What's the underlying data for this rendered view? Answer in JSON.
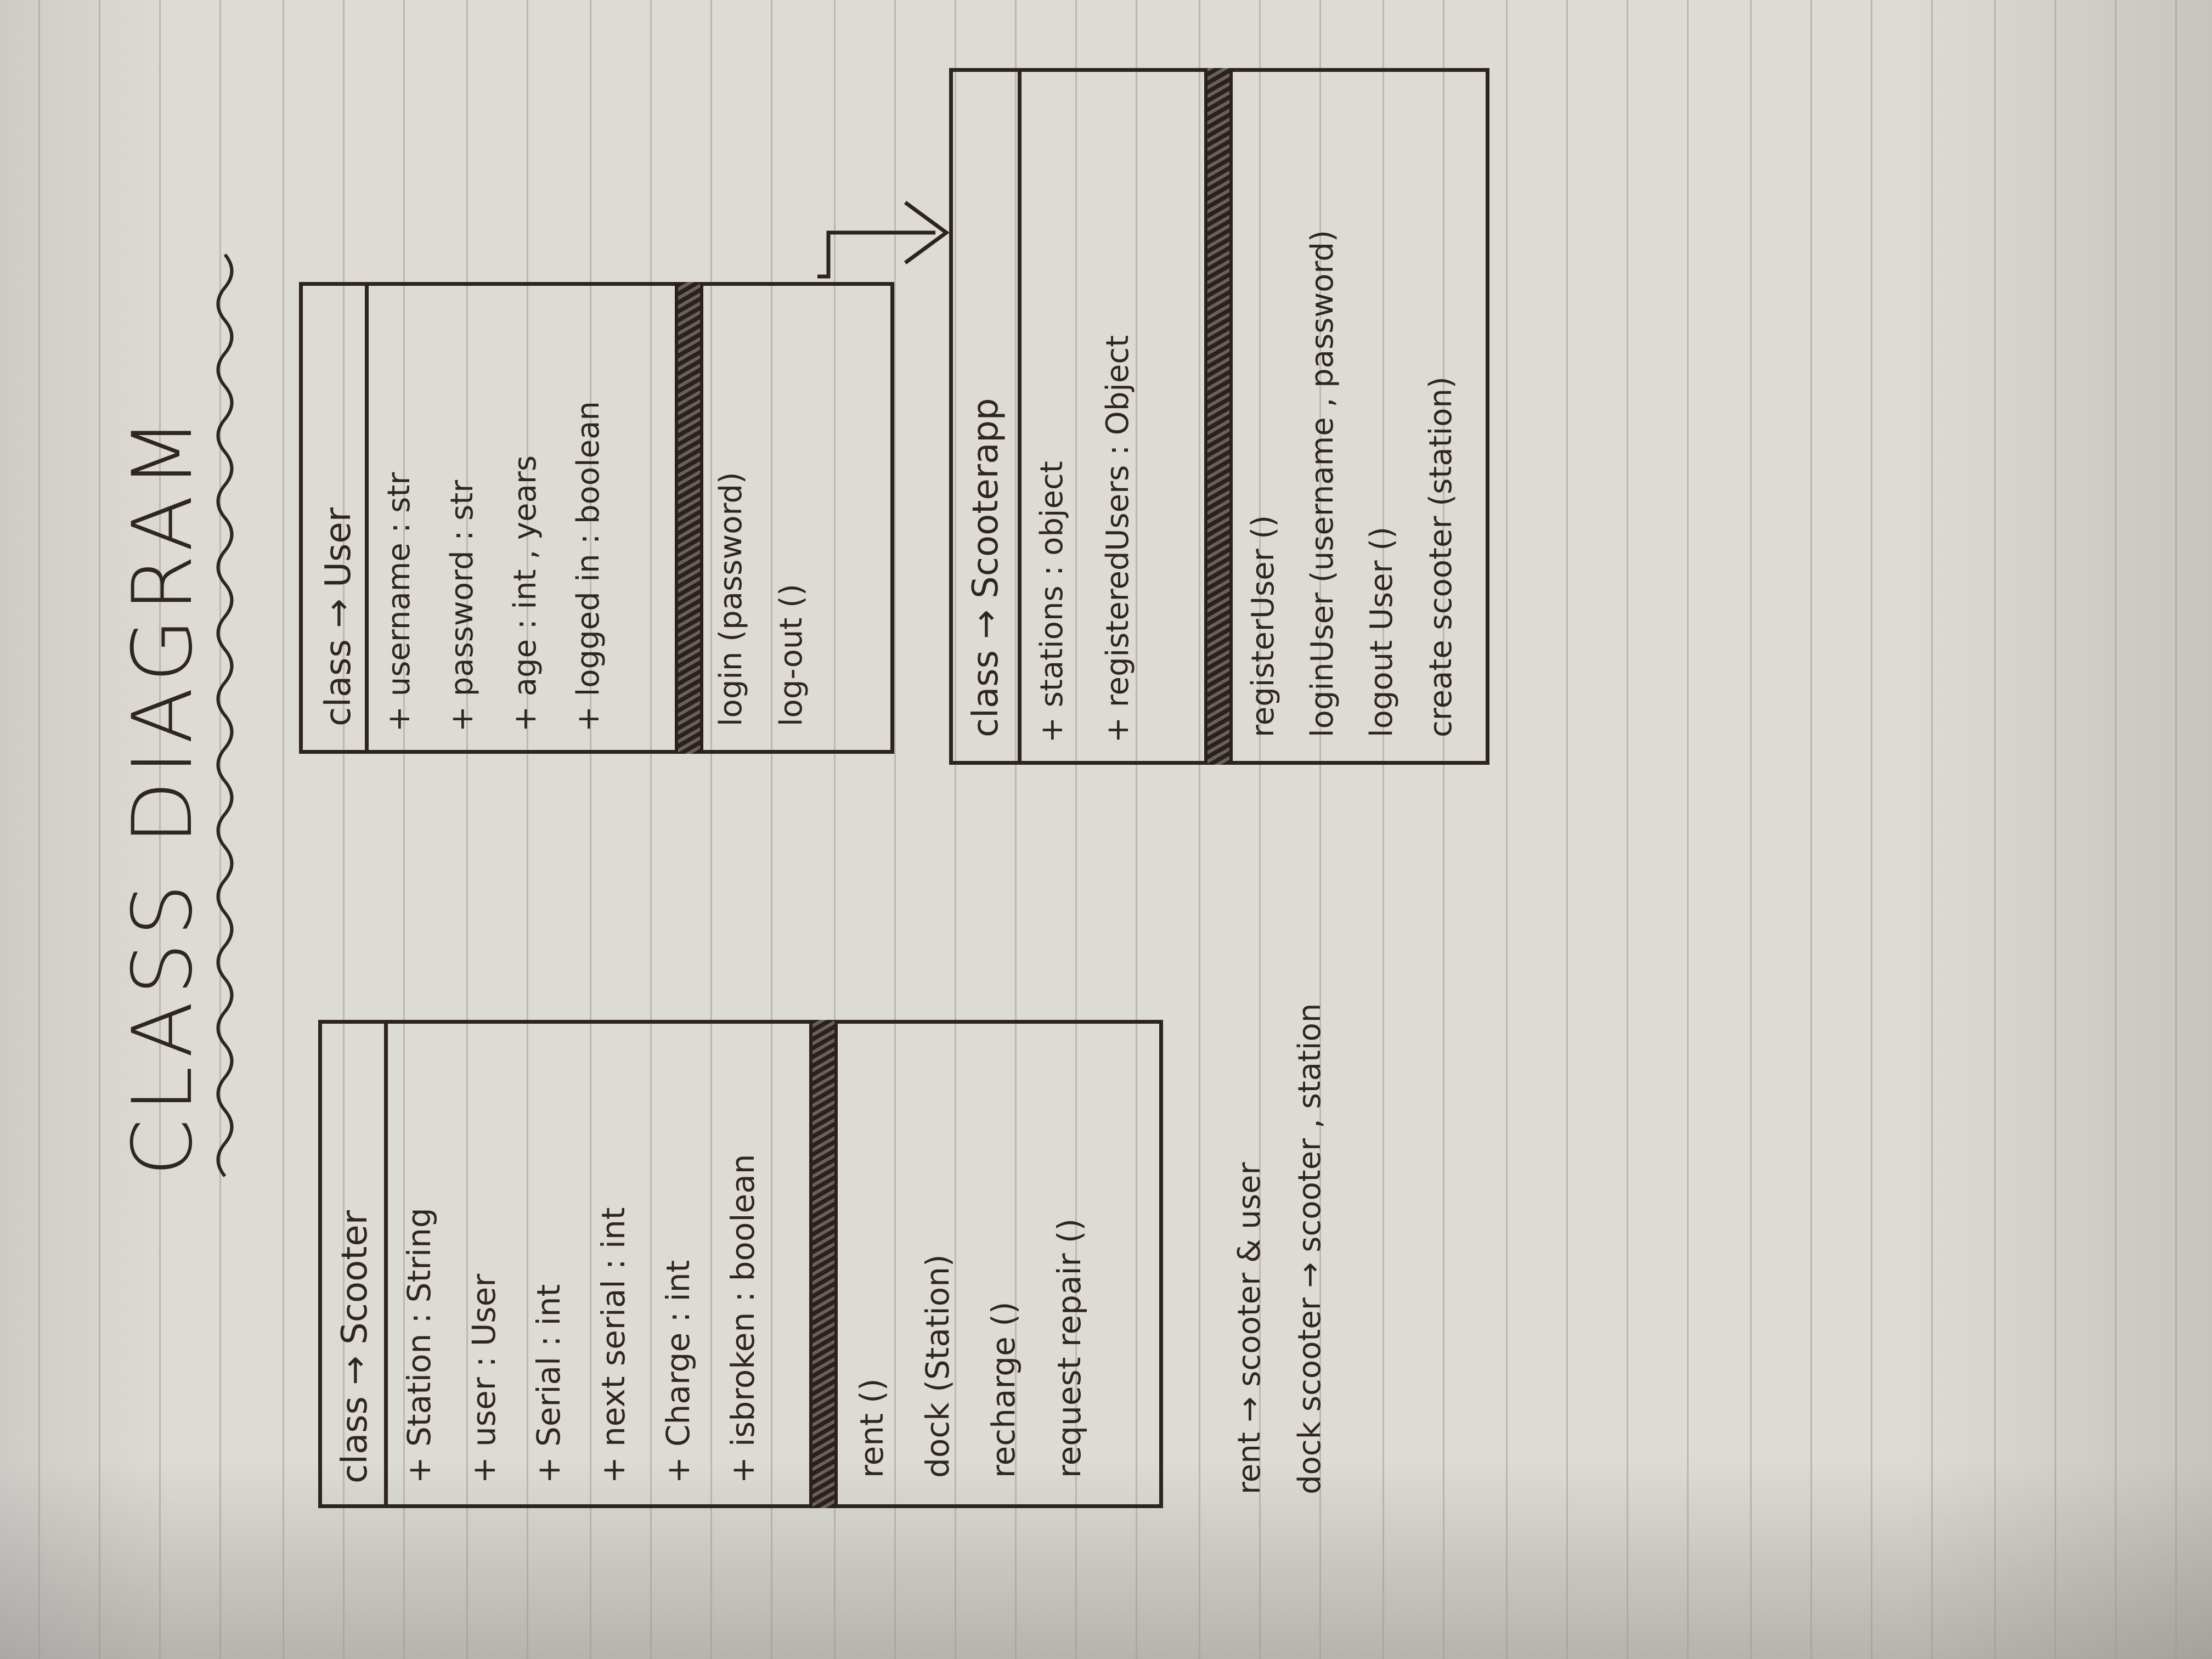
{
  "title": "CLASS DIAGRAM",
  "classes": {
    "scooter": {
      "header": "class → Scooter",
      "attributes": [
        "+ Station : String",
        "+ user : User",
        "+ Serial : int",
        "+ next serial : int",
        "+ Charge : int",
        "+ isbroken : boolean"
      ],
      "methods": [
        "rent ()",
        "dock (Station)",
        "recharge ()",
        "request repair ()"
      ]
    },
    "user": {
      "header": "class → User",
      "attributes": [
        "+ username : str",
        "+ password : str",
        "+ age : int , years",
        "+ logged in : boolean"
      ],
      "methods": [
        "login (password)",
        "log-out ()"
      ]
    },
    "scooterapp": {
      "header": "class → Scooterapp",
      "attributes": [
        "+ stations : object",
        "+ registeredUsers : Object"
      ],
      "methods": [
        "registerUser ()",
        "loginUser (username , password)",
        "logout User ()",
        "create scooter (station)"
      ]
    }
  },
  "notes": [
    "rent → scooter & user",
    "dock scooter → scooter , station"
  ]
}
